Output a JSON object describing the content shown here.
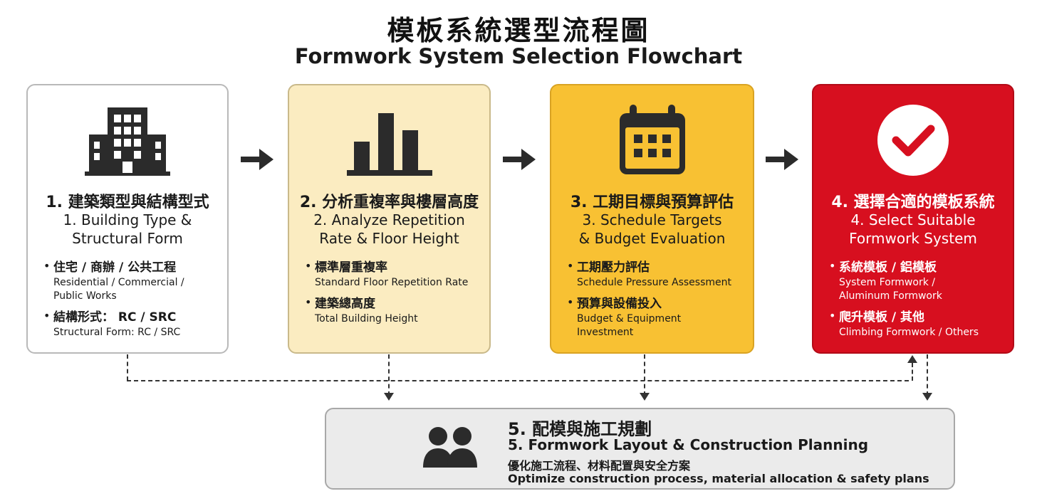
{
  "title": {
    "zh": "模板系統選型流程圖",
    "en": "Formwork System Selection Flowchart"
  },
  "steps": [
    {
      "icon": "building-icon",
      "title_zh": "1. 建築類型與結構型式",
      "title_en_1": "1. Building Type &",
      "title_en_2": "Structural Form",
      "items": [
        {
          "zh": "住宅 / 商辦 / 公共工程",
          "en_1": "Residential / Commercial /",
          "en_2": "Public Works"
        },
        {
          "zh": "結構形式： RC / SRC",
          "en_1": "Structural Form: RC / SRC",
          "en_2": ""
        }
      ]
    },
    {
      "icon": "bar-chart-icon",
      "title_zh": "2. 分析重複率與樓層高度",
      "title_en_1": "2. Analyze Repetition",
      "title_en_2": "Rate & Floor Height",
      "items": [
        {
          "zh": "標準層重複率",
          "en_1": "Standard Floor Repetition Rate",
          "en_2": ""
        },
        {
          "zh": "建築總高度",
          "en_1": "Total Building Height",
          "en_2": ""
        }
      ]
    },
    {
      "icon": "calendar-icon",
      "title_zh": "3. 工期目標與預算評估",
      "title_en_1": "3. Schedule Targets",
      "title_en_2": "& Budget Evaluation",
      "items": [
        {
          "zh": "工期壓力評估",
          "en_1": "Schedule Pressure Assessment",
          "en_2": ""
        },
        {
          "zh": "預算與設備投入",
          "en_1": "Budget & Equipment",
          "en_2": "Investment"
        }
      ]
    },
    {
      "icon": "checkmark-icon",
      "title_zh": "4. 選擇合適的模板系統",
      "title_en_1": "4. Select Suitable",
      "title_en_2": "Formwork System",
      "items": [
        {
          "zh": "系統模板 / 鋁模板",
          "en_1": "System Formwork /",
          "en_2": "Aluminum Formwork"
        },
        {
          "zh": "爬升模板 / 其他",
          "en_1": "Climbing Formwork / Others",
          "en_2": ""
        }
      ]
    }
  ],
  "step5": {
    "icon": "people-icon",
    "title_zh": "5. 配模與施工規劃",
    "title_en": "5. Formwork Layout & Construction Planning",
    "desc_zh": "優化施工流程、材料配置與安全方案",
    "desc_en": "Optimize construction process, material allocation & safety plans"
  },
  "colors": {
    "step1_bg": "#ffffff",
    "step2_bg": "#fbecc1",
    "step3_bg": "#f8c133",
    "step4_bg": "#d70f1f",
    "step5_bg": "#ebebeb",
    "icon_dark": "#2b2b2b"
  }
}
